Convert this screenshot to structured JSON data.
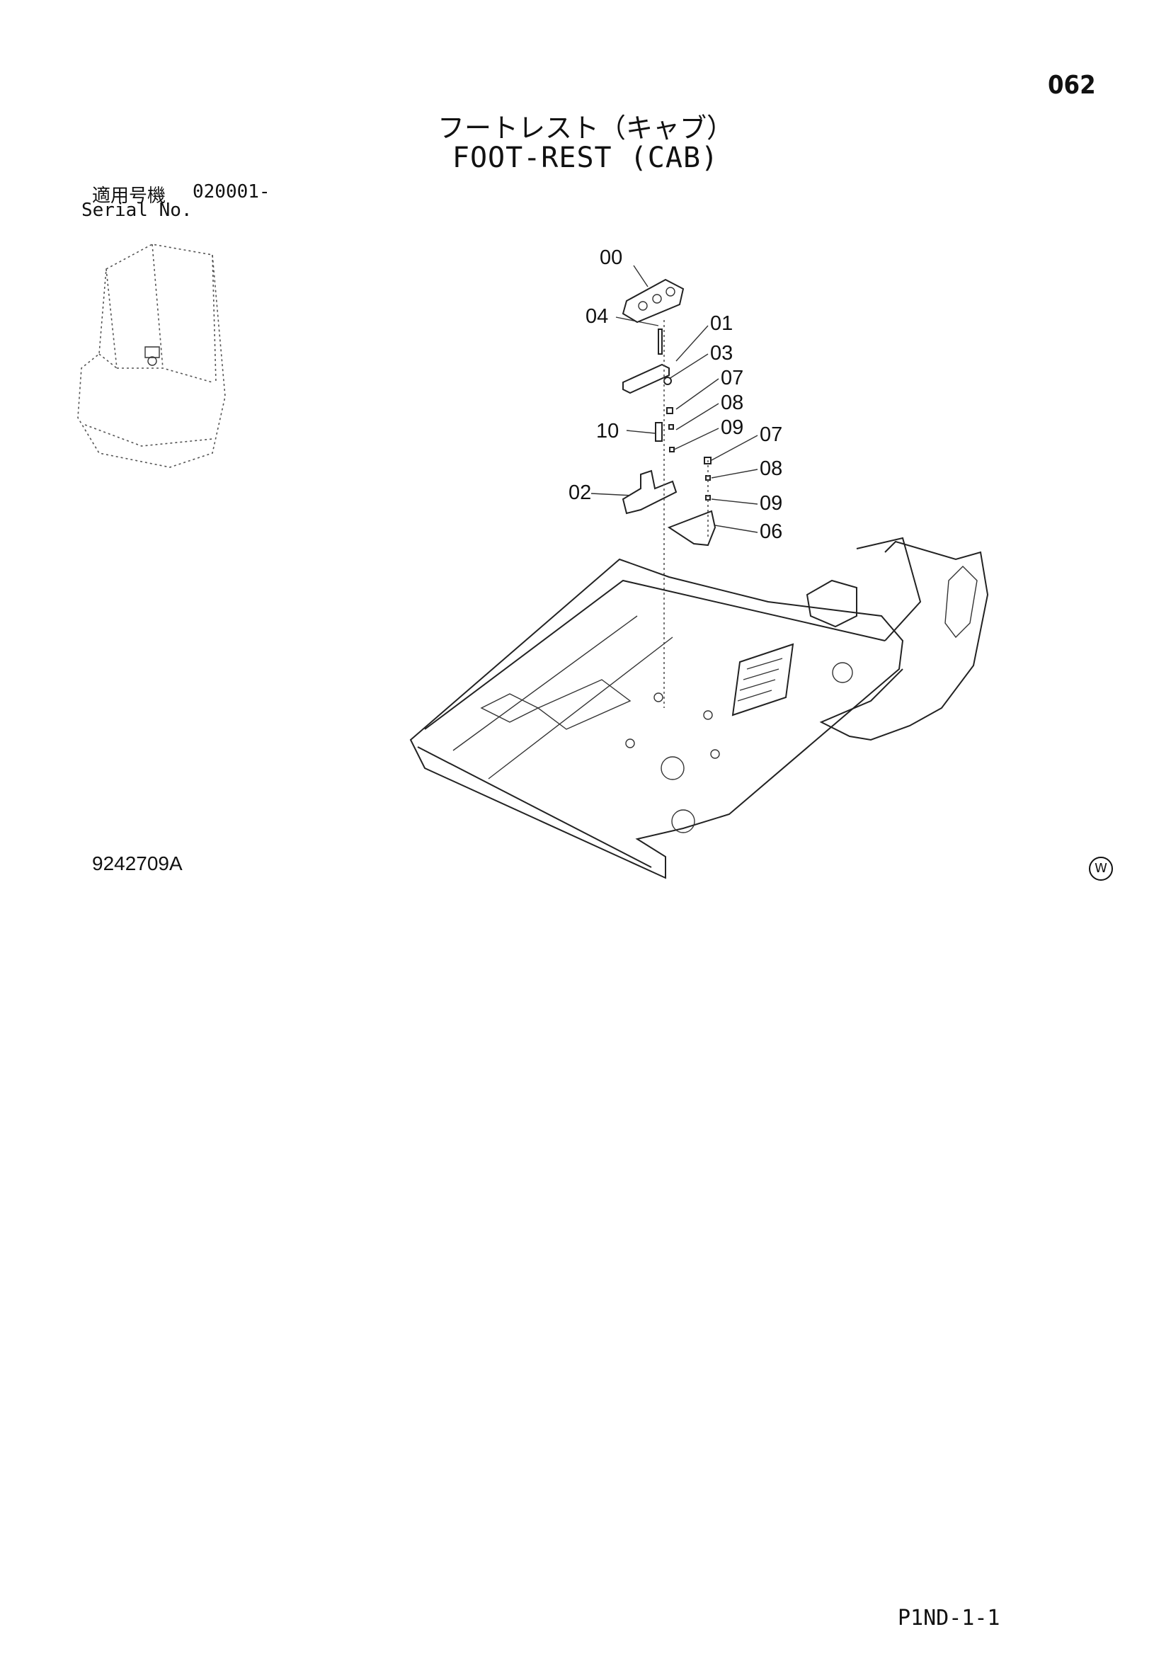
{
  "header": {
    "page_number": "062",
    "title_jp": "フートレスト（キャブ）",
    "title_en": "FOOT-REST (CAB)"
  },
  "serial": {
    "label_jp": "適用号機",
    "value": "020001-",
    "label_en": "Serial No."
  },
  "callouts": [
    {
      "id": "00",
      "text": "00"
    },
    {
      "id": "04",
      "text": "04"
    },
    {
      "id": "01",
      "text": "01"
    },
    {
      "id": "03",
      "text": "03"
    },
    {
      "id": "07a",
      "text": "07"
    },
    {
      "id": "08a",
      "text": "08"
    },
    {
      "id": "10",
      "text": "10"
    },
    {
      "id": "09a",
      "text": "09"
    },
    {
      "id": "07b",
      "text": "07"
    },
    {
      "id": "08b",
      "text": "08"
    },
    {
      "id": "02",
      "text": "02"
    },
    {
      "id": "09b",
      "text": "09"
    },
    {
      "id": "06",
      "text": "06"
    }
  ],
  "drawing_number": "9242709A",
  "manufacturer_mark": "W",
  "footer_code": "P1ND-1-1"
}
